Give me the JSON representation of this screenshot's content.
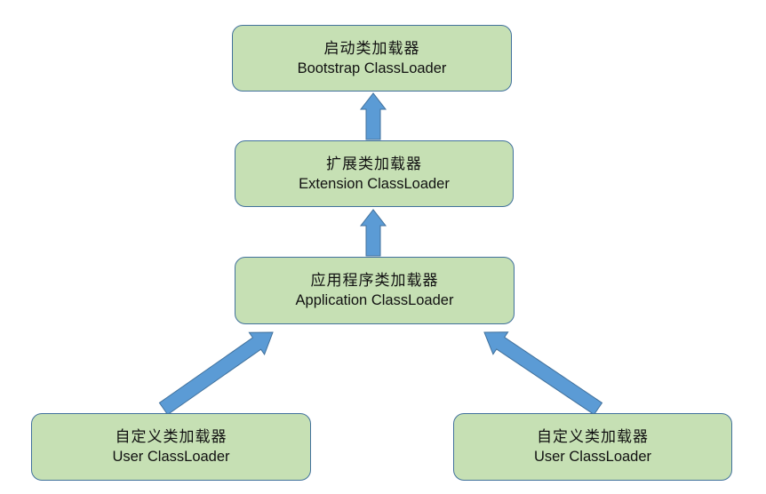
{
  "colors": {
    "node_fill": "#c6e0b4",
    "node_border": "#41719c",
    "arrow_fill": "#5b9bd5",
    "arrow_stroke": "#41719c"
  },
  "nodes": {
    "bootstrap": {
      "cn": "启动类加载器",
      "en": "Bootstrap ClassLoader"
    },
    "extension": {
      "cn": "扩展类加载器",
      "en": "Extension ClassLoader"
    },
    "application": {
      "cn": "应用程序类加载器",
      "en": "Application ClassLoader"
    },
    "user_left": {
      "cn": "自定义类加载器",
      "en": "User ClassLoader"
    },
    "user_right": {
      "cn": "自定义类加载器",
      "en": "User ClassLoader"
    }
  }
}
